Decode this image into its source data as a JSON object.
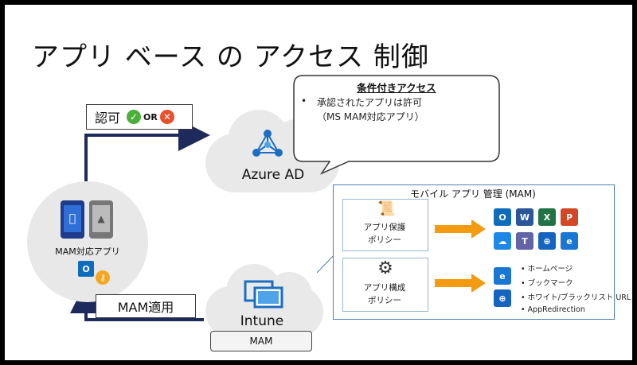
{
  "title": "アプリ ベース の アクセス 制御",
  "auth": {
    "label": "認可",
    "or": "OR"
  },
  "azure": {
    "label": "Azure AD"
  },
  "callout": {
    "title": "条件付きアクセス",
    "line1": "承認されたアプリは許可",
    "line2": "（MS MAM対応アプリ）"
  },
  "device": {
    "label": "MAM対応アプリ",
    "outlook_glyph": "O"
  },
  "mam_apply": {
    "label": "MAM適用"
  },
  "intune": {
    "label": "Intune",
    "sub_label": "MAM"
  },
  "mam_panel": {
    "title": "モバイル アプリ 管理 (MAM)"
  },
  "policies": [
    {
      "line1": "アプリ保護",
      "line2": "ポリシー"
    },
    {
      "line1": "アプリ構成",
      "line2": "ポリシー"
    }
  ],
  "apps": [
    "O",
    "W",
    "X",
    "P",
    "T",
    "e"
  ],
  "config_items": [
    "ホームページ",
    "ブックマーク",
    "ホワイト/ブラックリスト URL",
    "AppRedirection"
  ]
}
